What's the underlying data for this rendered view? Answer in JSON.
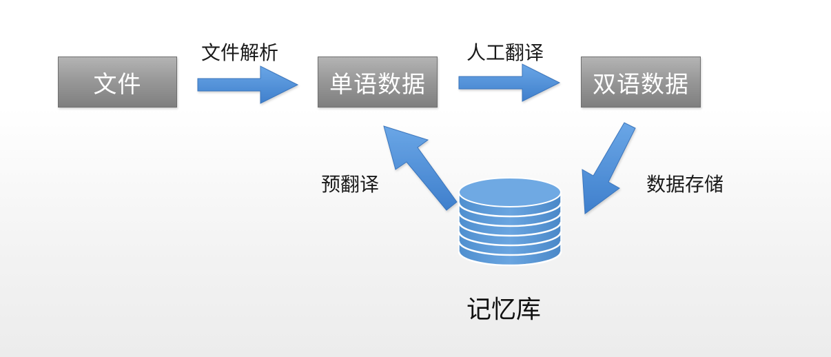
{
  "nodes": {
    "file": "文件",
    "monolingual": "单语数据",
    "bilingual": "双语数据",
    "memory": "记忆库"
  },
  "edges": {
    "parse": "文件解析",
    "human_translation": "人工翻译",
    "data_storage": "数据存储",
    "pre_translation": "预翻译"
  },
  "colors": {
    "arrow": "#4a8ad4",
    "box": "#999999",
    "db": "#5b9bd5"
  }
}
